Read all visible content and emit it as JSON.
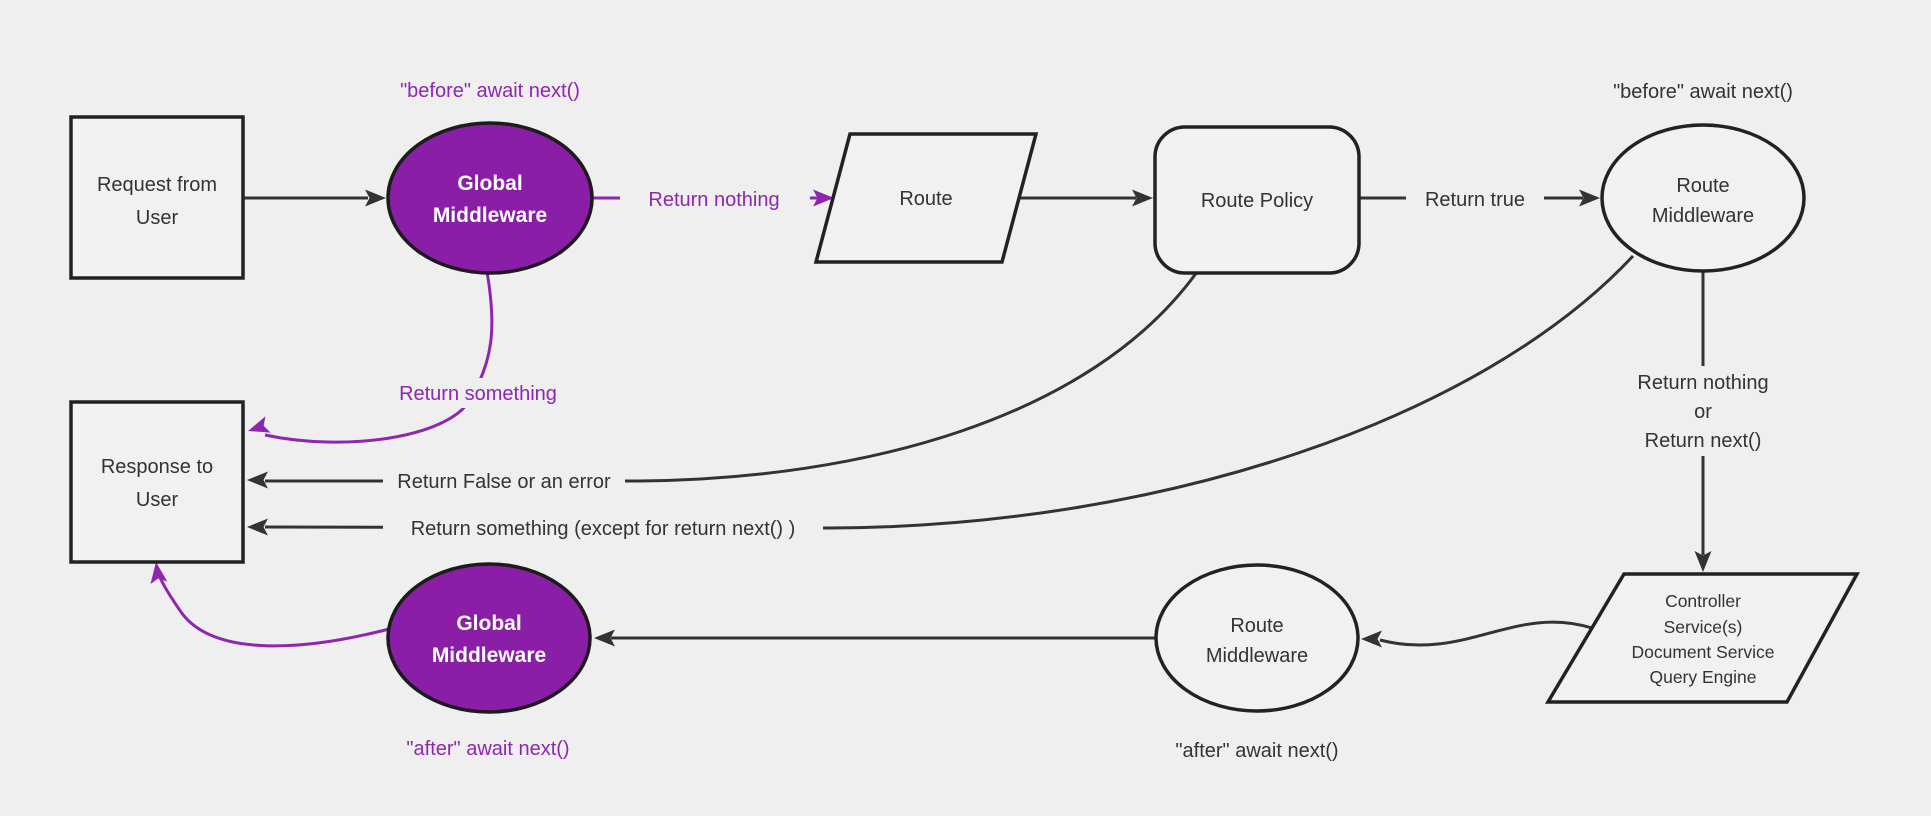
{
  "colors": {
    "background": "#efefef",
    "node_fill": "#f1f1f1",
    "node_stroke": "#222222",
    "edge_stroke": "#333333",
    "text_dark": "#333333",
    "purple_fill": "#8A1EA6",
    "purple": "#8E26B0",
    "white_text": "#ffffff"
  },
  "nodes": {
    "request": {
      "lines": [
        "Request from",
        "User"
      ]
    },
    "global_mw_top": {
      "lines": [
        "Global",
        "Middleware"
      ]
    },
    "route": {
      "label": "Route"
    },
    "route_policy": {
      "label": "Route Policy"
    },
    "route_mw_top": {
      "lines": [
        "Route",
        "Middleware"
      ]
    },
    "controller": {
      "lines": [
        "Controller",
        "Service(s)",
        "Document Service",
        "Query Engine"
      ]
    },
    "route_mw_bottom": {
      "lines": [
        "Route",
        "Middleware"
      ]
    },
    "global_mw_bottom": {
      "lines": [
        "Global",
        "Middleware"
      ]
    },
    "response": {
      "lines": [
        "Response to",
        "User"
      ]
    }
  },
  "edge_labels": {
    "before_await_top_left": "\"before\" await next()",
    "before_await_top_right": "\"before\" await next()",
    "return_nothing": "Return nothing",
    "return_true": "Return true",
    "return_something": "Return something",
    "return_nothing_or": [
      "Return nothing",
      "or",
      "Return next()"
    ],
    "return_false_or_error": "Return False or an error",
    "return_something_except": "Return something (except for return next() )",
    "after_await_bottom_left": "\"after\" await next()",
    "after_await_bottom_middle": "\"after\" await next()"
  }
}
